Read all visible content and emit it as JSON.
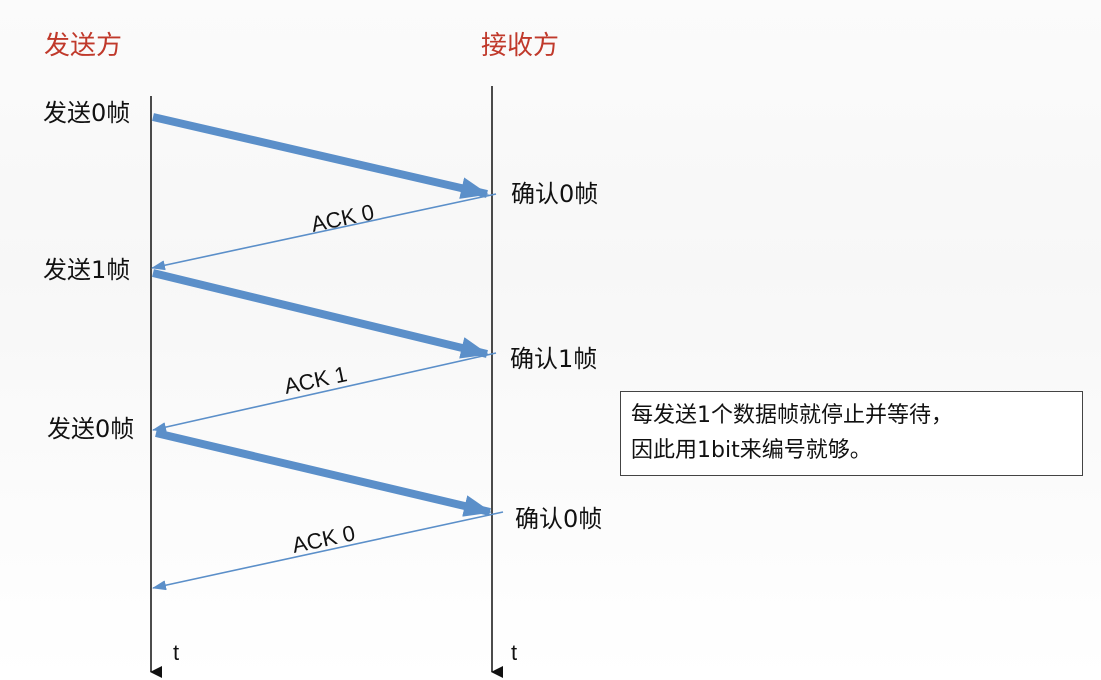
{
  "headers": {
    "sender": "发送方",
    "receiver": "接收方"
  },
  "sender_events": [
    "发送0帧",
    "发送1帧",
    "发送0帧"
  ],
  "receiver_events": [
    "确认0帧",
    "确认1帧",
    "确认0帧"
  ],
  "acks": [
    "ACK 0",
    "ACK 1",
    "ACK 0"
  ],
  "time_labels": {
    "sender": "t",
    "receiver": "t"
  },
  "note": {
    "line1": "每发送1个数据帧就停止并等待，",
    "line2": "因此用1bit来编号就够。"
  },
  "colors": {
    "header": "#c0392b",
    "arrow": "#5b8fc9",
    "timeline": "#111111",
    "text": "#111111"
  }
}
